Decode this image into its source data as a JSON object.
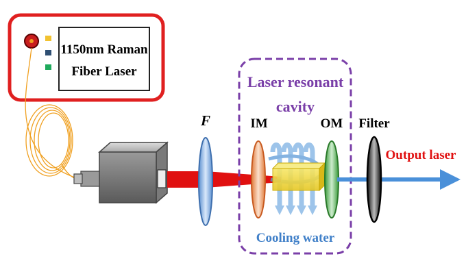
{
  "laser_box": {
    "line1": "1150nm Raman",
    "line2": "Fiber Laser",
    "indicator_colors": [
      "#f2c230",
      "#2f4f73",
      "#1faa5c"
    ],
    "frame_color": "#e02020"
  },
  "labels": {
    "lens": "F",
    "input_mirror": "IM",
    "output_mirror": "OM",
    "filter": "Filter",
    "cavity_title_1": "Laser resonant",
    "cavity_title_2": "cavity",
    "output": "Output laser",
    "cooling": "Cooling water"
  },
  "colors": {
    "beam": "#e01010",
    "output_arrow": "#4a90d9",
    "cavity_border": "#7a3fa8",
    "cavity_text": "#7a3fa8",
    "output_text": "#e01010",
    "cooling_text": "#3f7fc8",
    "fiber": "#f0a020"
  }
}
